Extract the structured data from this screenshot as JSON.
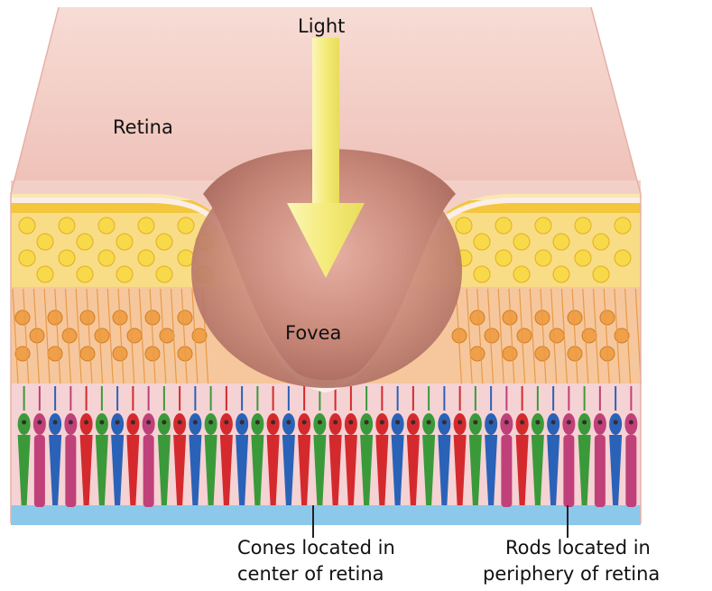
{
  "labels": {
    "light": "Light",
    "retina": "Retina",
    "fovea": "Fovea",
    "cones_line1": "Cones located in",
    "cones_line2": "center of retina",
    "rods_line1": "Rods located in",
    "rods_line2": "periphery of retina"
  },
  "colors": {
    "retina_tissue": "#f2c8c0",
    "fovea_pit": "#c98a7c",
    "arrow": "#f6ee8a",
    "ganglion_layer": "#f7d26a",
    "bipolar_layer": "#f0a048",
    "cone_red": "#d42a2e",
    "cone_green": "#3a9a3a",
    "cone_blue": "#2a62b8",
    "rod": "#c0407a",
    "epithelium": "#8cc8ea"
  },
  "photoreceptor_pattern": [
    "green",
    "rod",
    "blue",
    "rod",
    "red",
    "green",
    "blue",
    "red",
    "rod",
    "green",
    "red",
    "blue",
    "green",
    "red",
    "blue",
    "green",
    "red",
    "blue",
    "red",
    "green",
    "red",
    "red",
    "green",
    "red",
    "blue",
    "red",
    "green",
    "blue",
    "red",
    "green",
    "blue",
    "rod",
    "red",
    "green",
    "blue",
    "rod",
    "green",
    "rod",
    "blue",
    "rod"
  ]
}
